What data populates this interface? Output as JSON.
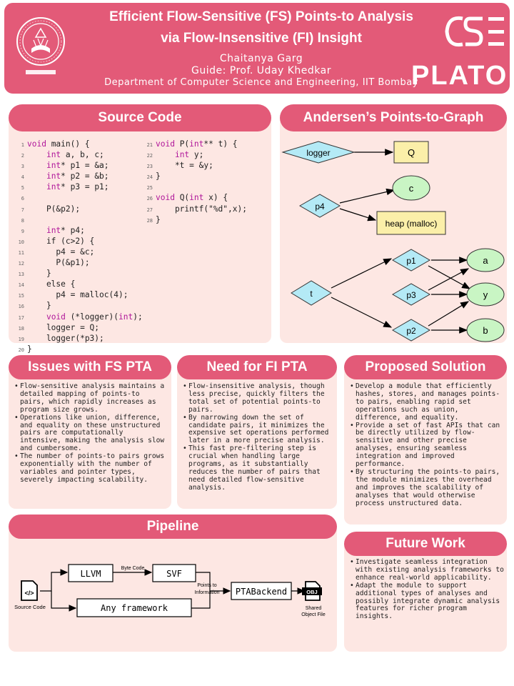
{
  "header": {
    "title_line1": "Efficient Flow-Sensitive (FS) Points-to Analysis",
    "title_line2": "via Flow-Insensitive (FI) Insight",
    "author": "Chaitanya Garg",
    "guide": "Guide: Prof. Uday Khedkar",
    "department": "Department of Computer Science and Engineering, IIT Bombay",
    "logo_cse_text": "CSE",
    "logo_plato_text": "PLATO"
  },
  "source_code": {
    "heading": "Source Code",
    "left_lines": [
      {
        "n": "1",
        "t": "void main() {"
      },
      {
        "n": "2",
        "t": "    int a, b, c;"
      },
      {
        "n": "3",
        "t": "    int* p1 = &a;"
      },
      {
        "n": "4",
        "t": "    int* p2 = &b;"
      },
      {
        "n": "5",
        "t": "    int* p3 = p1;"
      },
      {
        "n": "6",
        "t": ""
      },
      {
        "n": "7",
        "t": "    P(&p2);"
      },
      {
        "n": "8",
        "t": ""
      },
      {
        "n": "9",
        "t": "    int* p4;"
      },
      {
        "n": "10",
        "t": "    if (c>2) {"
      },
      {
        "n": "11",
        "t": "      p4 = &c;"
      },
      {
        "n": "12",
        "t": "      P(&p1);"
      },
      {
        "n": "13",
        "t": "    }"
      },
      {
        "n": "14",
        "t": "    else {"
      },
      {
        "n": "15",
        "t": "      p4 = malloc(4);"
      },
      {
        "n": "16",
        "t": "    }"
      },
      {
        "n": "17",
        "t": "    void (*logger)(int);"
      },
      {
        "n": "18",
        "t": "    logger = Q;"
      },
      {
        "n": "19",
        "t": "    logger(*p3);"
      },
      {
        "n": "20",
        "t": "}"
      }
    ],
    "right_lines": [
      {
        "n": "21",
        "t": "void P(int** t) {"
      },
      {
        "n": "22",
        "t": "    int y;"
      },
      {
        "n": "23",
        "t": "    *t = &y;"
      },
      {
        "n": "24",
        "t": "}"
      },
      {
        "n": "25",
        "t": ""
      },
      {
        "n": "26",
        "t": "void Q(int x) {"
      },
      {
        "n": "27",
        "t": "    printf(\"%d\",x);"
      },
      {
        "n": "28",
        "t": "}"
      }
    ]
  },
  "graph": {
    "heading": "Andersen’s Points-to-Graph",
    "nodes": {
      "logger": "logger",
      "Q": "Q",
      "p4": "p4",
      "c": "c",
      "heap": "heap (malloc)",
      "t": "t",
      "p1": "p1",
      "p3": "p3",
      "p2": "p2",
      "a": "a",
      "y": "y",
      "b": "b"
    },
    "colors": {
      "diamond": "#b4eaf6",
      "ellipse": "#c9f5c4",
      "rect": "#fbefa9"
    }
  },
  "issues": {
    "heading": "Issues with FS PTA",
    "items": [
      "Flow-sensitive analysis maintains a detailed mapping of points-to pairs, which rapidly increases as program size grows.",
      "Operations like union, difference, and equality on these unstructured pairs are computationally intensive, making the analysis slow and cumbersome.",
      "The number of points-to pairs grows exponentially with the number of variables and pointer types, severely impacting scalability."
    ]
  },
  "need": {
    "heading": "Need for FI PTA",
    "items": [
      "Flow-insensitive analysis, though less precise, quickly filters the total set of potential points-to pairs.",
      "By narrowing down the set of candidate pairs, it minimizes the expensive set operations performed later in a more precise analysis.",
      "This fast pre-filtering step is crucial when handling large programs, as it substantially reduces the number of pairs that need detailed flow-sensitive analysis."
    ]
  },
  "solution": {
    "heading": "Proposed Solution",
    "items": [
      "Develop a module that efficiently hashes, stores, and manages points-to pairs, enabling rapid set operations such as union, difference, and equality.",
      "Provide a set of fast APIs that can be directly utilized by flow-sensitive and other precise analyses, ensuring seamless integration and improved performance.",
      "By structuring the points-to pairs, the module minimizes the overhead and improves the scalability of analyses that would otherwise process unstructured data."
    ]
  },
  "pipeline": {
    "heading": "Pipeline",
    "source_label": "Source Code",
    "llvm": "LLVM",
    "byte_code": "Byte Code",
    "svf": "SVF",
    "points_to_line1": "Points to",
    "points_to_line2": "Information",
    "backend": "PTABackend",
    "any_framework": "Any framework",
    "obj_label": "OBJ",
    "shared_line1": "Shared",
    "shared_line2": "Object File"
  },
  "future": {
    "heading": "Future Work",
    "items": [
      "Investigate seamless integration with existing analysis frameworks to enhance real-world applicability.",
      "Adapt the module to support additional types of analyses and possibly integrate dynamic analysis features for richer program insights."
    ]
  }
}
